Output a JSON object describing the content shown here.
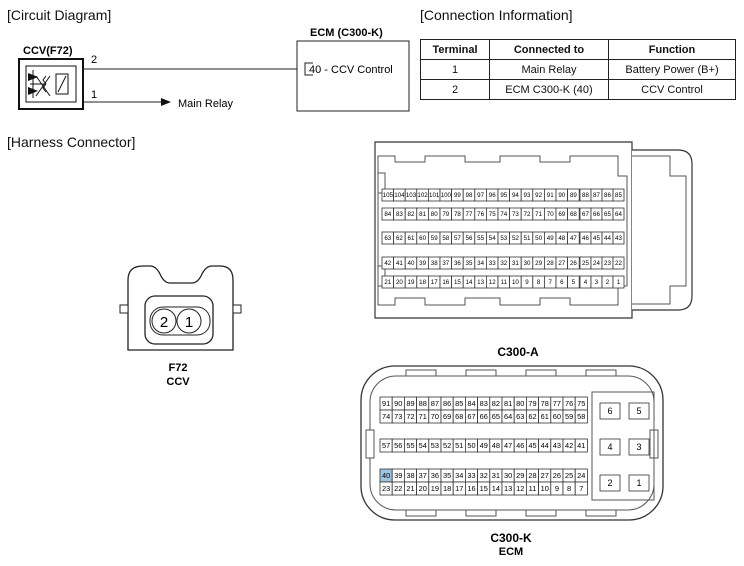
{
  "sections": {
    "circuit": "[Circuit Diagram]",
    "connection": "[Connection Information]",
    "harness": "[Harness Connector]"
  },
  "circuit": {
    "component": "CCV(F72)",
    "pin2": "2",
    "pin1": "1",
    "pin1_dest": "Main Relay",
    "ecm_title": "ECM (C300-K)",
    "ecm_pin": "40 - CCV Control"
  },
  "table": {
    "headers": [
      "Terminal",
      "Connected to",
      "Function"
    ],
    "rows": [
      [
        "1",
        "Main Relay",
        "Battery Power (B+)"
      ],
      [
        "2",
        "ECM C300-K (40)",
        "CCV Control"
      ]
    ]
  },
  "f72": {
    "pins": [
      "2",
      "1"
    ],
    "label1": "F72",
    "label2": "CCV"
  },
  "c300a": {
    "label": "C300-A",
    "main_rows": [
      [
        "105",
        "104",
        "103",
        "102",
        "101",
        "100",
        "99",
        "98",
        "97",
        "96",
        "95",
        "94",
        "93",
        "92",
        "91",
        "90",
        "89"
      ],
      [
        "84",
        "83",
        "82",
        "81",
        "80",
        "79",
        "78",
        "77",
        "76",
        "75",
        "74",
        "73",
        "72",
        "71",
        "70",
        "69",
        "68"
      ],
      [
        "63",
        "62",
        "61",
        "60",
        "59",
        "58",
        "57",
        "56",
        "55",
        "54",
        "53",
        "52",
        "51",
        "50",
        "49",
        "48",
        "47"
      ],
      [
        "42",
        "41",
        "40",
        "39",
        "38",
        "37",
        "36",
        "35",
        "34",
        "33",
        "32",
        "31",
        "30",
        "29",
        "28",
        "27",
        "26"
      ],
      [
        "21",
        "20",
        "19",
        "18",
        "17",
        "16",
        "15",
        "14",
        "13",
        "12",
        "11",
        "10",
        "9",
        "8",
        "7",
        "6",
        "5"
      ]
    ],
    "side_rows": [
      [
        "88",
        "87",
        "86",
        "85"
      ],
      [
        "67",
        "66",
        "65",
        "64"
      ],
      [
        "46",
        "45",
        "44",
        "43"
      ],
      [
        "25",
        "24",
        "23",
        "22"
      ],
      [
        "4",
        "3",
        "2",
        "1"
      ]
    ]
  },
  "c300k": {
    "label1": "C300-K",
    "label2": "ECM",
    "highlight": "40",
    "highlight_color": "#9ec5de",
    "main_rows": [
      [
        "91",
        "90",
        "89",
        "88",
        "87",
        "86",
        "85",
        "84",
        "83",
        "82",
        "81",
        "80",
        "79",
        "78",
        "77",
        "76",
        "75"
      ],
      [
        "74",
        "73",
        "72",
        "71",
        "70",
        "69",
        "68",
        "67",
        "66",
        "65",
        "64",
        "63",
        "62",
        "61",
        "60",
        "59",
        "58"
      ],
      [
        "57",
        "56",
        "55",
        "54",
        "53",
        "52",
        "51",
        "50",
        "49",
        "48",
        "47",
        "46",
        "45",
        "44",
        "43",
        "42",
        "41"
      ],
      [
        "40",
        "39",
        "38",
        "37",
        "36",
        "35",
        "34",
        "33",
        "32",
        "31",
        "30",
        "29",
        "28",
        "27",
        "26",
        "25",
        "24"
      ],
      [
        "23",
        "22",
        "21",
        "20",
        "19",
        "18",
        "17",
        "16",
        "15",
        "14",
        "13",
        "12",
        "11",
        "10",
        "9",
        "8",
        "7"
      ]
    ],
    "side_pins": [
      [
        "6",
        "5"
      ],
      [
        "4",
        "3"
      ],
      [
        "2",
        "1"
      ]
    ]
  }
}
